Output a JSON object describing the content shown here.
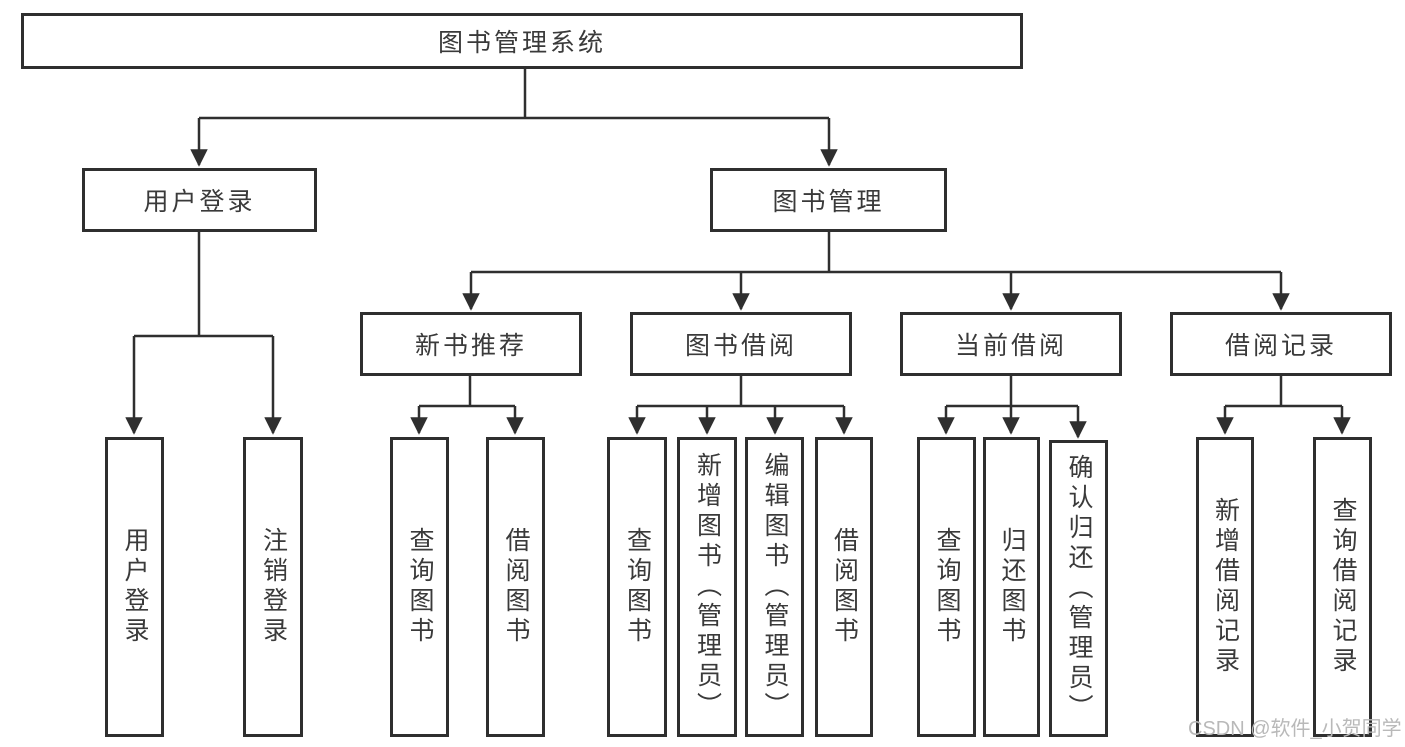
{
  "diagram": {
    "title": "图书管理系统",
    "tree": {
      "root": {
        "label": "图书管理系统"
      },
      "branches": [
        {
          "label": "用户登录",
          "children": [
            {
              "label": "用户登录"
            },
            {
              "label": "注销登录"
            }
          ]
        },
        {
          "label": "图书管理",
          "children": [
            {
              "label": "新书推荐",
              "children": [
                {
                  "label": "查询图书"
                },
                {
                  "label": "借阅图书"
                }
              ]
            },
            {
              "label": "图书借阅",
              "children": [
                {
                  "label": "查询图书"
                },
                {
                  "label": "新增图书（管理员）"
                },
                {
                  "label": "编辑图书（管理员）"
                },
                {
                  "label": "借阅图书"
                }
              ]
            },
            {
              "label": "当前借阅",
              "children": [
                {
                  "label": "查询图书"
                },
                {
                  "label": "归还图书"
                },
                {
                  "label": "确认归还（管理员）"
                }
              ]
            },
            {
              "label": "借阅记录",
              "children": [
                {
                  "label": "新增借阅记录"
                },
                {
                  "label": "查询借阅记录"
                }
              ]
            }
          ]
        }
      ]
    },
    "colors": {
      "line": "#2f2f2f",
      "box_border": "#2f2f2f",
      "text": "#3a3a3a",
      "background": "#ffffff",
      "watermark": "#b9b9b9"
    }
  },
  "watermark": {
    "text": "CSDN @软件_小贺同学"
  }
}
